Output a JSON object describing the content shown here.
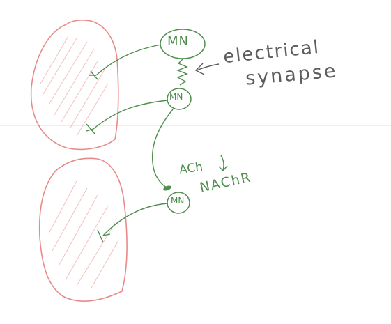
{
  "labels": {
    "mn_top": "MN",
    "mn_middle": "MN",
    "mn_bottom": "MN",
    "electrical": "electrical",
    "synapse": "synapse",
    "ach": "ACh",
    "nachr": "NAChR"
  },
  "colors": {
    "muscle_outline": "#e88a8a",
    "muscle_hatch": "#f2b9b9",
    "neuron_green": "#4f8e4f",
    "annotation_gray": "#5d5d5d",
    "divider_line": "#d9d9d9"
  }
}
